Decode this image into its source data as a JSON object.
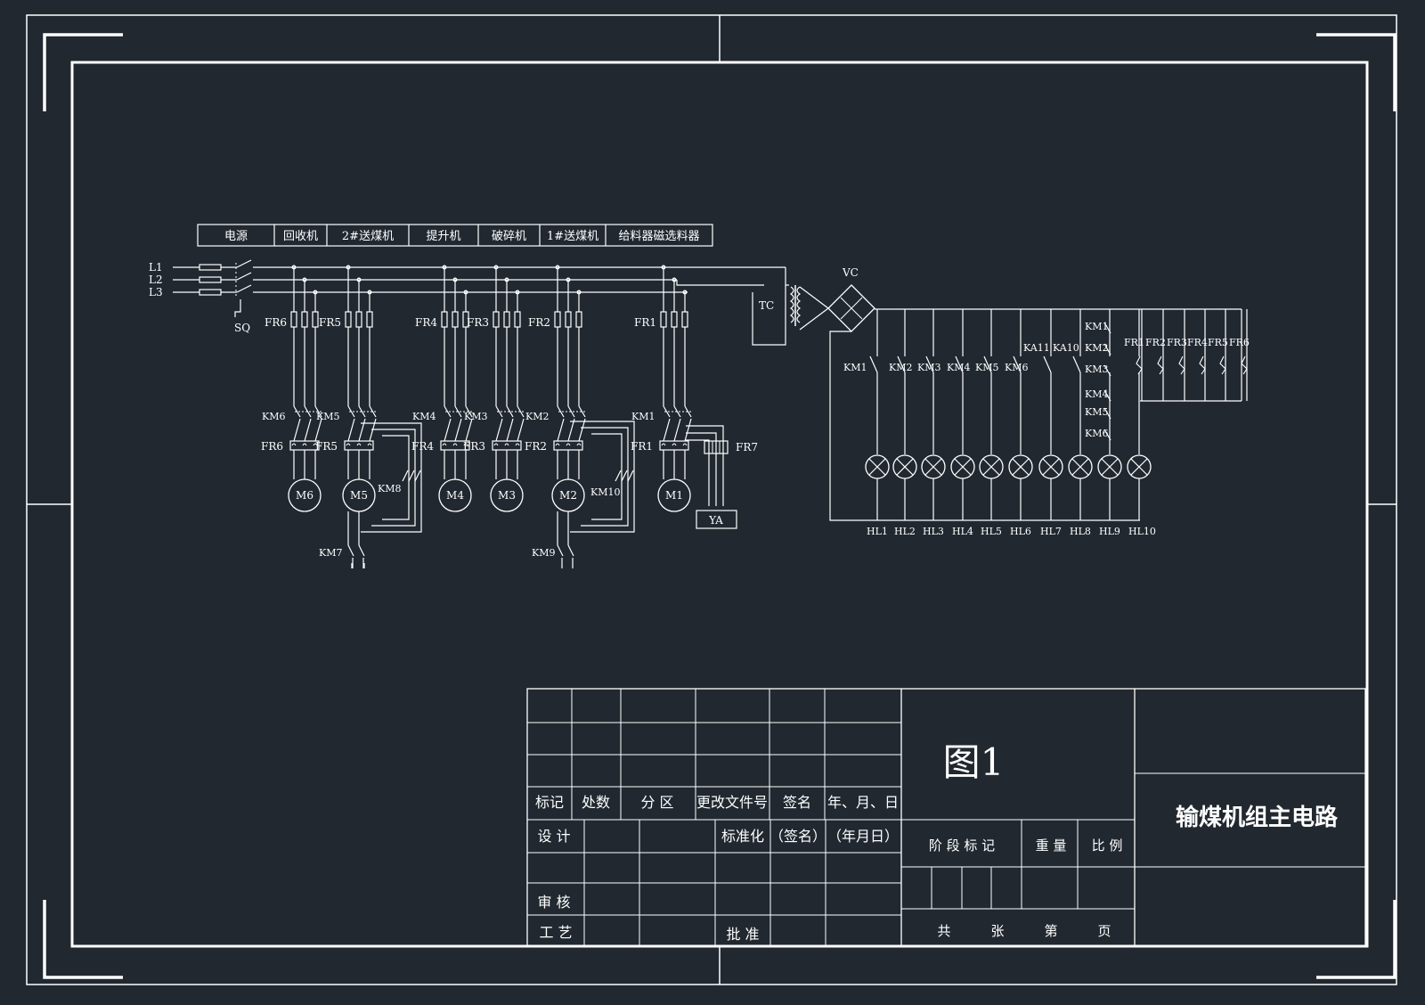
{
  "colors": {
    "background": "#212830",
    "line": "#ffffff"
  },
  "section_headers": [
    "电源",
    "回收机",
    "2#送煤机",
    "提升机",
    "破碎机",
    "1#送煤机",
    "给料器磁选料器"
  ],
  "phase_labels": [
    "L1",
    "L2",
    "L3"
  ],
  "labels": {
    "sq": "SQ",
    "tc": "TC",
    "vc": "VC",
    "ya": "YA",
    "fr7": "FR7",
    "km7": "KM7",
    "km8": "KM8",
    "km9": "KM9",
    "km10": "KM10"
  },
  "motors": [
    {
      "name": "M6",
      "fuse": "FR6",
      "contactor": "KM6",
      "relay": "FR6"
    },
    {
      "name": "M5",
      "fuse": "FR5",
      "contactor": "KM5",
      "relay": "FR5"
    },
    {
      "name": "M4",
      "fuse": "FR4",
      "contactor": "KM4",
      "relay": "FR4"
    },
    {
      "name": "M3",
      "fuse": "FR3",
      "contactor": "KM3",
      "relay": "FR3"
    },
    {
      "name": "M2",
      "fuse": "FR2",
      "contactor": "KM2",
      "relay": "FR2"
    },
    {
      "name": "M1",
      "fuse": "FR1",
      "contactor": "KM1",
      "relay": "FR1"
    }
  ],
  "control": {
    "km_contacts": [
      "KM1",
      "KM2",
      "KM3",
      "KM4",
      "KM5",
      "KM6"
    ],
    "ka_contacts": [
      "KA11",
      "KA10"
    ],
    "km_series": [
      "KM1",
      "KM2",
      "KM3",
      "KM4",
      "KM5",
      "KM6"
    ],
    "fr_contacts": [
      "FR1",
      "FR2",
      "FR3",
      "FR4",
      "FR5",
      "FR6"
    ],
    "lamps": [
      "HL1",
      "HL2",
      "HL3",
      "HL4",
      "HL5",
      "HL6",
      "HL7",
      "HL8",
      "HL9",
      "HL10"
    ]
  },
  "title_block": {
    "row_labels": [
      "标记",
      "处数",
      "分 区",
      "更改文件号",
      "签名",
      "年、月、日"
    ],
    "design": "设 计",
    "standard": "标准化",
    "signature": "（签名）",
    "date": "（年月日）",
    "review": "审 核",
    "process": "工 艺",
    "approve": "批 准",
    "stage": "阶 段 标 记",
    "weight": "重 量",
    "scale": "比 例",
    "sheets": [
      "共",
      "张",
      "第",
      "页"
    ],
    "figure_no": "图1",
    "title": "输煤机组主电路"
  }
}
